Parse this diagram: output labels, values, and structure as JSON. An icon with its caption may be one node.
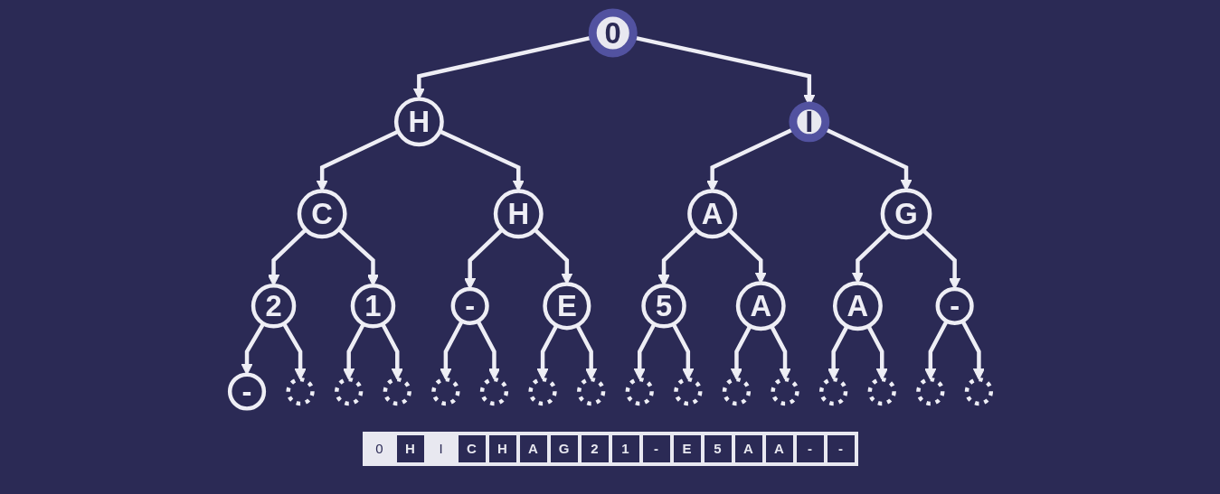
{
  "diagram": {
    "nodes": [
      {
        "text": [
          "0"
        ]
      },
      {
        "text": [
          "H"
        ]
      },
      {
        "text": [
          "I"
        ]
      },
      {
        "text": [
          "C"
        ]
      },
      {
        "text": [
          "H"
        ]
      },
      {
        "text": [
          "A"
        ]
      },
      {
        "text": [
          "G"
        ]
      },
      {
        "text": [
          "2"
        ]
      },
      {
        "text": [
          "1"
        ]
      },
      {
        "text": [
          "-"
        ]
      },
      {
        "text": [
          "E"
        ]
      },
      {
        "text": [
          "5"
        ]
      },
      {
        "text": [
          "A"
        ]
      },
      {
        "text": [
          "A"
        ]
      },
      {
        "text": [
          "-"
        ]
      },
      {
        "text": [
          "-"
        ]
      },
      {
        "text": [],
        "shape": "circle"
      },
      {
        "text": [],
        "shape": "circle"
      },
      {
        "text": [],
        "shape": "circle"
      },
      {
        "text": [],
        "shape": "circle"
      },
      {
        "text": [],
        "shape": "circle"
      },
      {
        "text": [],
        "shape": "circle"
      },
      {
        "text": [],
        "shape": "circle"
      },
      {
        "text": [],
        "shape": "circle"
      },
      {
        "text": [],
        "shape": "circle"
      },
      {
        "text": [],
        "shape": "circle"
      },
      {
        "text": [],
        "shape": "circle"
      },
      {
        "text": [],
        "shape": "circle"
      },
      {
        "text": [],
        "shape": "circle"
      },
      {
        "text": [],
        "shape": "circle"
      },
      {
        "text": [],
        "shape": "circle"
      }
    ],
    "edges": [
      {
        "from": 0,
        "to": 1,
        "arrow": "to"
      },
      {
        "from": 0,
        "to": 2,
        "arrow": "to"
      },
      {
        "from": 1,
        "to": 3,
        "arrow": "to"
      },
      {
        "from": 1,
        "to": 4,
        "arrow": "to"
      },
      {
        "from": 2,
        "to": 5,
        "arrow": "to"
      },
      {
        "from": 2,
        "to": 6,
        "arrow": "to"
      },
      {
        "from": 3,
        "to": 7,
        "arrow": "to"
      },
      {
        "from": 3,
        "to": 8,
        "arrow": "to"
      },
      {
        "from": 4,
        "to": 9,
        "arrow": "to"
      },
      {
        "from": 4,
        "to": 10,
        "arrow": "to"
      },
      {
        "from": 5,
        "to": 11,
        "arrow": "to"
      },
      {
        "from": 5,
        "to": 12,
        "arrow": "to"
      },
      {
        "from": 6,
        "to": 13,
        "arrow": "to"
      },
      {
        "from": 6,
        "to": 14,
        "arrow": "to"
      },
      {
        "from": 7,
        "to": 15,
        "arrow": "to"
      },
      {
        "from": 7,
        "to": 16,
        "arrow": "to"
      },
      {
        "from": 8,
        "to": 17,
        "arrow": "to"
      },
      {
        "from": 8,
        "to": 18,
        "arrow": "to"
      },
      {
        "from": 9,
        "to": 19,
        "arrow": "to"
      },
      {
        "from": 9,
        "to": 20,
        "arrow": "to"
      },
      {
        "from": 10,
        "to": 21,
        "arrow": "to"
      },
      {
        "from": 10,
        "to": 22,
        "arrow": "to"
      },
      {
        "from": 11,
        "to": 23,
        "arrow": "to"
      },
      {
        "from": 11,
        "to": 24,
        "arrow": "to"
      },
      {
        "from": 12,
        "to": 25,
        "arrow": "to"
      },
      {
        "from": 12,
        "to": 26,
        "arrow": "to"
      },
      {
        "from": 13,
        "to": 27,
        "arrow": "to"
      },
      {
        "from": 13,
        "to": 28,
        "arrow": "to"
      },
      {
        "from": 14,
        "to": 29,
        "arrow": "to"
      },
      {
        "from": 14,
        "to": 30,
        "arrow": "to"
      }
    ],
    "labels": [
      "0",
      "H",
      "I",
      "C",
      "H",
      "A",
      "G",
      "2",
      "1",
      "-",
      "E",
      "5",
      "A",
      "A",
      "-",
      "-"
    ]
  }
}
